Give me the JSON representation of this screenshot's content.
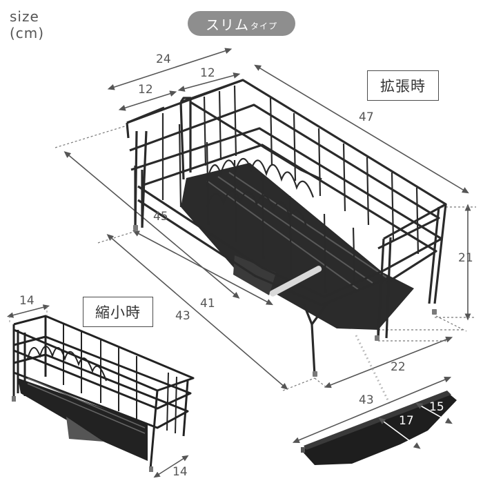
{
  "header": {
    "size_label": "size",
    "unit_label": "(cm)",
    "type_badge_main": "スリム",
    "type_badge_small": "タイプ"
  },
  "states": {
    "expanded": "拡張時",
    "contracted": "縮小時"
  },
  "dimensions": {
    "top_width": "24",
    "top_half_right": "12",
    "top_half_left": "12",
    "length_expanded": "47",
    "height": "21",
    "inner_length_45": "45",
    "inner_length_41": "41",
    "base_length_43": "43",
    "base_depth_22": "22",
    "tray_length": "43",
    "tray_width_15": "15",
    "tray_width_17": "17",
    "small_width_top": "14",
    "small_width_bottom": "14"
  }
}
